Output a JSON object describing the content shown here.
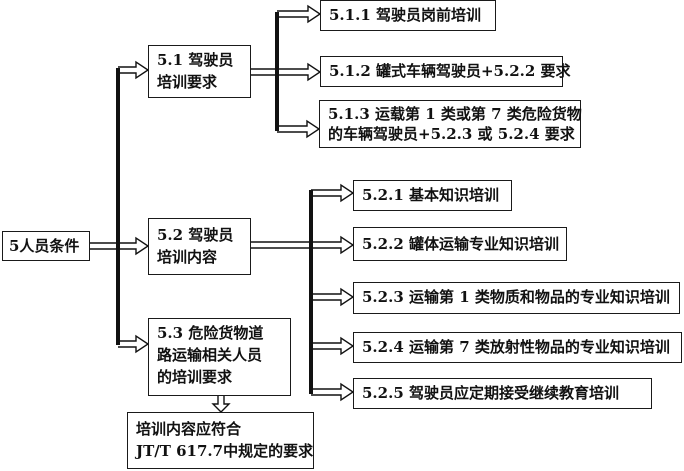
{
  "diagram": {
    "root": {
      "id": "5",
      "label": "5人员条件"
    },
    "level1": [
      {
        "id": "5.1",
        "lines": [
          "5.1 驾驶员",
          "培训要求"
        ]
      },
      {
        "id": "5.2",
        "lines": [
          "5.2  驾驶员",
          "培训内容"
        ]
      },
      {
        "id": "5.3",
        "lines": [
          "5.3  危险货物道",
          "路运输相关人员",
          "的培训要求"
        ]
      }
    ],
    "children_5_1": [
      {
        "id": "5.1.1",
        "lines": [
          "5.1.1 驾驶员岗前培训"
        ]
      },
      {
        "id": "5.1.2",
        "lines": [
          "5.1.2 罐式车辆驾驶员+5.2.2 要求"
        ]
      },
      {
        "id": "5.1.3",
        "lines": [
          "5.1.3 运载第 1 类或第 7 类危险货物",
          "的车辆驾驶员+5.2.3 或 5.2.4 要求"
        ]
      }
    ],
    "children_5_2": [
      {
        "id": "5.2.1",
        "lines": [
          "5.2.1  基本知识培训"
        ]
      },
      {
        "id": "5.2.2",
        "lines": [
          "5.2.2 罐体运输专业知识培训"
        ]
      },
      {
        "id": "5.2.3",
        "lines": [
          "5.2.3 运输第 1 类物质和物品的专业知识培训"
        ]
      },
      {
        "id": "5.2.4",
        "lines": [
          "5.2.4  运输第 7 类放射性物品的专业知识培训"
        ]
      },
      {
        "id": "5.2.5",
        "lines": [
          "5.2.5 驾驶员应定期接受继续教育培训"
        ]
      }
    ],
    "child_5_3": {
      "lines": [
        "培训内容应符合",
        "JT/T 617.7中规定的要求"
      ]
    },
    "connector_style": "hollow-double-arrow"
  }
}
